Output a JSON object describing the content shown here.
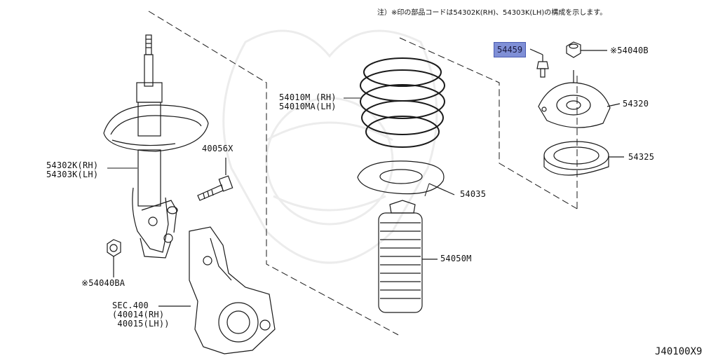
{
  "note": "注）※印の部品コードは54302K(RH)、54303K(LH)の構成を示します。",
  "diagram_code": "J40100X9",
  "highlight_color": "#7f8fd6",
  "parts": {
    "strut": "54302K(RH)\n54303K(LH)",
    "bolt": "40056X",
    "nut": "※54040BA",
    "knuckle": "SEC.400\n(40014(RH)\n 40015(LH))",
    "spring": "54010M (RH)\n54010MA(LH)",
    "seat": "54035",
    "bound_bumper": "54050M",
    "selected": "54459",
    "top_nut": "※54040B",
    "mount": "54320",
    "bearing": "54325"
  }
}
